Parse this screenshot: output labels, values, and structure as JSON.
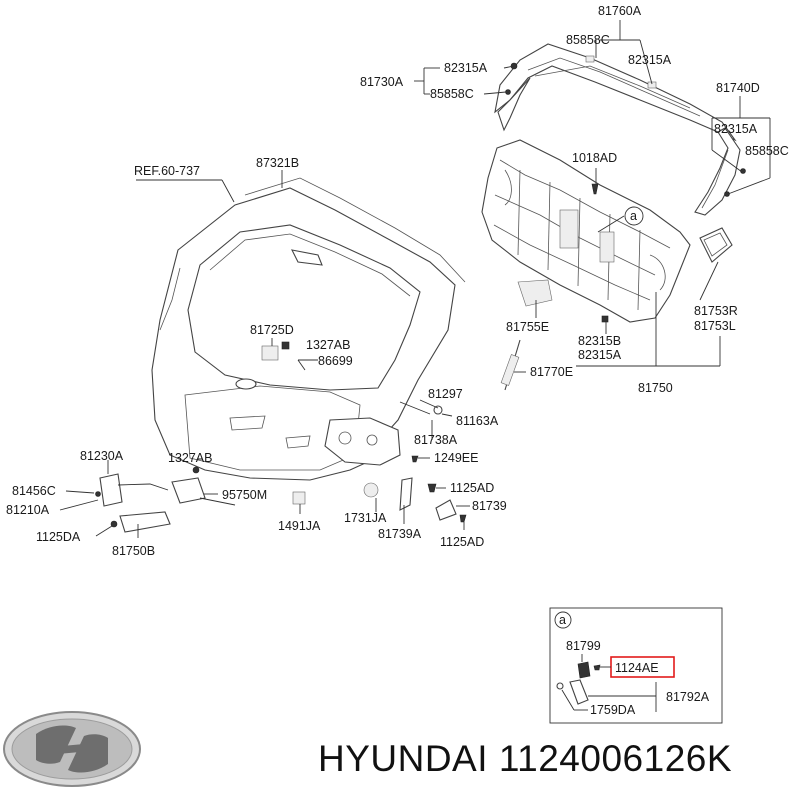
{
  "labels": {
    "p81760A": "81760A",
    "p85858C_top": "85858C",
    "p82315A_top": "82315A",
    "p81730A": "81730A",
    "p82315A_left": "82315A",
    "p85858C_left": "85858C",
    "p81740D": "81740D",
    "p82315A_right": "82315A",
    "p85858C_right": "85858C",
    "p1018AD": "1018AD",
    "ref": "REF.60-737",
    "p87321B": "87321B",
    "callout_a": "a",
    "p81753R": "81753R",
    "p81753L": "81753L",
    "p81755E": "81755E",
    "p82315B": "82315B",
    "p82315A_mid": "82315A",
    "p81725D": "81725D",
    "p1327AB_top": "1327AB",
    "p86699": "86699",
    "p81770E": "81770E",
    "p81750": "81750",
    "p81297": "81297",
    "p81163A": "81163A",
    "p81738A": "81738A",
    "p1249EE": "1249EE",
    "p81230A": "81230A",
    "p1327AB_low": "1327AB",
    "p81456C": "81456C",
    "p95750M": "95750M",
    "p81210A": "81210A",
    "p1125AD_mid": "1125AD",
    "p81739": "81739",
    "p1491JA": "1491JA",
    "p1731JA": "1731JA",
    "p81739A": "81739A",
    "p1125AD_low": "1125AD",
    "p1125DA": "1125DA",
    "p81750B": "81750B"
  },
  "inset": {
    "callout": "a",
    "p81799": "81799",
    "p1124AE": "1124AE",
    "p81792A": "81792A",
    "p1759DA": "1759DA"
  },
  "highlight_part": "1124AE",
  "highlight_color": "#e21a1a",
  "logo_icon": "hyundai-logo-icon",
  "footer": {
    "brand": "HYUNDAI",
    "part_number": "1124006126K"
  }
}
